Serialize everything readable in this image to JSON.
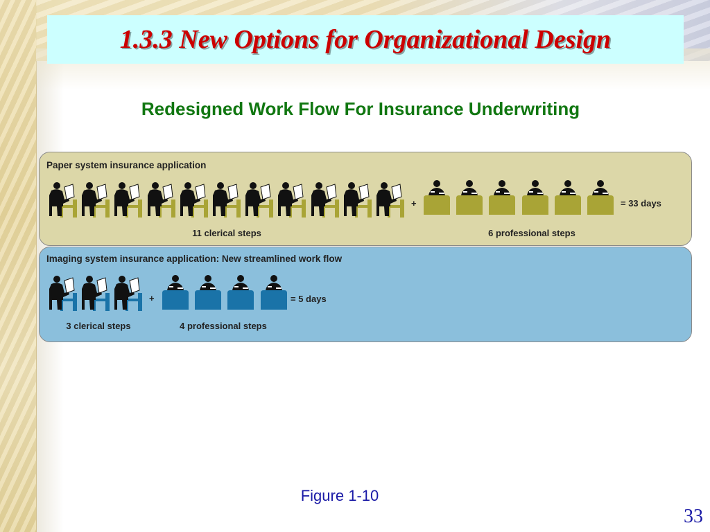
{
  "slide": {
    "title": "1.3.3 New Options for Organizational Design",
    "subtitle": "Redesigned Work Flow For Insurance Underwriting",
    "caption": "Figure 1-10",
    "page_number": "33"
  },
  "paper_system": {
    "label": "Paper system insurance application",
    "clerical_count": 11,
    "professional_count": 6,
    "plus": "+",
    "result": "= 33 days",
    "clerical_label": "11 clerical steps",
    "professional_label": "6 professional steps",
    "desk_color": "#a9a436",
    "panel_color": "#dcd7a8"
  },
  "imaging_system": {
    "label": "Imaging system insurance application: New streamlined work flow",
    "clerical_count": 3,
    "professional_count": 4,
    "plus": "+",
    "result": "= 5 days",
    "clerical_label": "3 clerical steps",
    "professional_label": "4 professional steps",
    "desk_color": "#1a73a8",
    "panel_color": "#8bbfdc"
  },
  "icons": {
    "clerical": "clerical-worker-icon",
    "professional": "professional-at-desk-icon"
  }
}
